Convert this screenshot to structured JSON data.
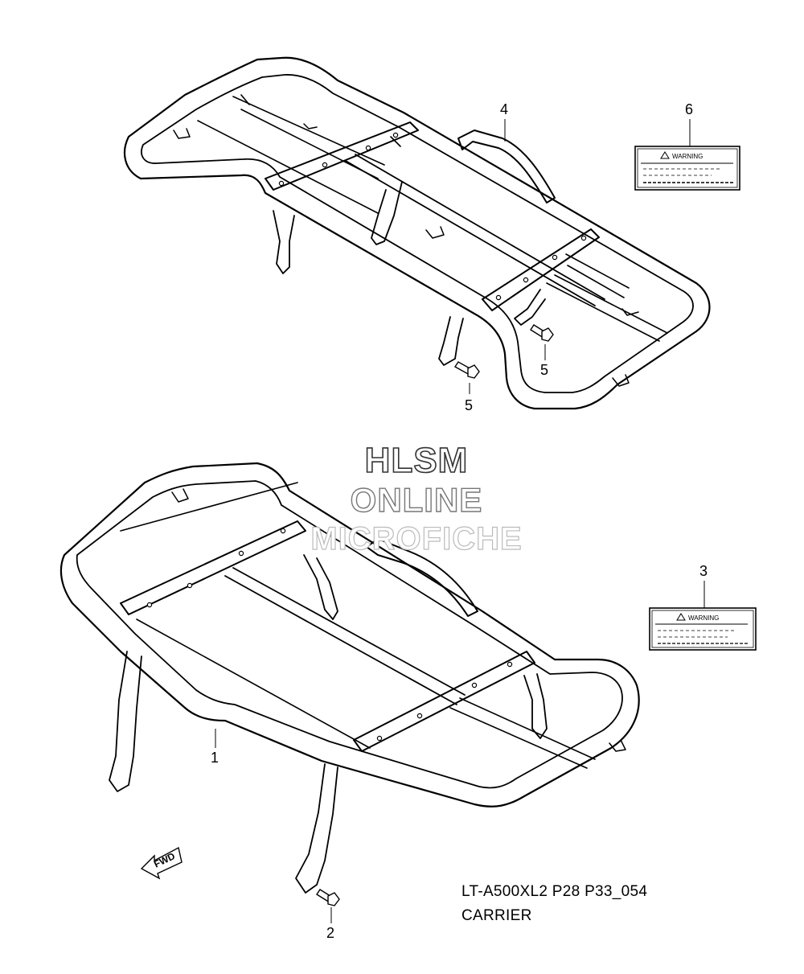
{
  "caption": {
    "code": "LT-A500XL2 P28 P33_054",
    "name": "CARRIER"
  },
  "watermark": {
    "line1": "HLSM",
    "line2": "ONLINE",
    "line3": "MICROFICHE"
  },
  "callouts": {
    "p1": "1",
    "p2": "2",
    "p3": "3",
    "p4": "4",
    "p5a": "5",
    "p5b": "5",
    "p6": "6"
  },
  "labels": {
    "warning_upper": "WARNING",
    "warning_lower": "WARNING"
  },
  "fwd": "FWD"
}
